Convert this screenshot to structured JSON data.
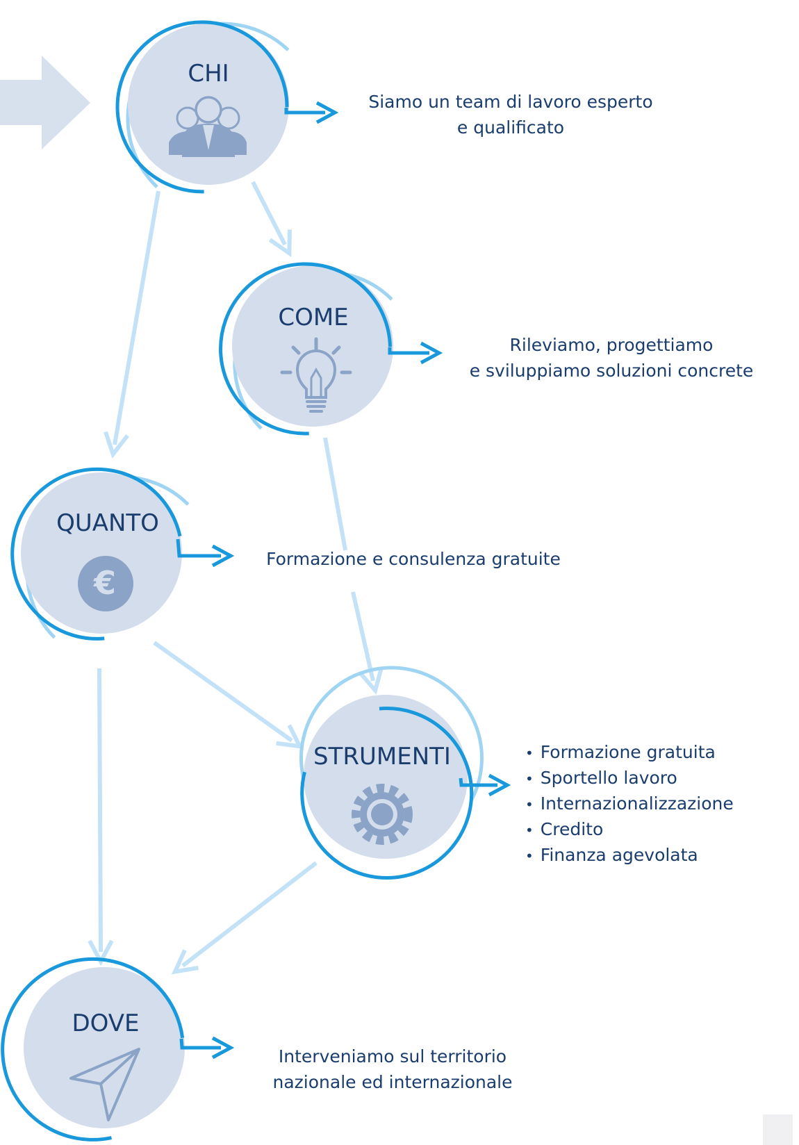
{
  "colors": {
    "circle_fill": "#d4ddec",
    "ring_dark": "#1999dc",
    "ring_light": "#9fd4f2",
    "connector": "#c3e2f8",
    "icon": "#8aa3c6",
    "text": "#1a3d6e",
    "big_arrow": "#d7e1ee"
  },
  "nodes": {
    "chi": {
      "label": "CHI",
      "icon": "team-icon",
      "text": [
        "Siamo un team di lavoro esperto",
        "e qualificato"
      ]
    },
    "come": {
      "label": "COME",
      "icon": "lightbulb-icon",
      "text": [
        "Rileviamo, progettiamo",
        "e sviluppiamo soluzioni concrete"
      ]
    },
    "quanto": {
      "label": "QUANTO",
      "icon": "euro-icon",
      "text": [
        "Formazione e consulenza gratuite"
      ]
    },
    "strumenti": {
      "label": "STRUMENTI",
      "icon": "gear-icon",
      "items": [
        "Formazione gratuita",
        "Sportello lavoro",
        "Internazionalizzazione",
        "Credito",
        "Finanza agevolata"
      ]
    },
    "dove": {
      "label": "DOVE",
      "icon": "paper-plane-icon",
      "text": [
        "Interveniamo sul territorio",
        "nazionale ed internazionale"
      ]
    }
  }
}
